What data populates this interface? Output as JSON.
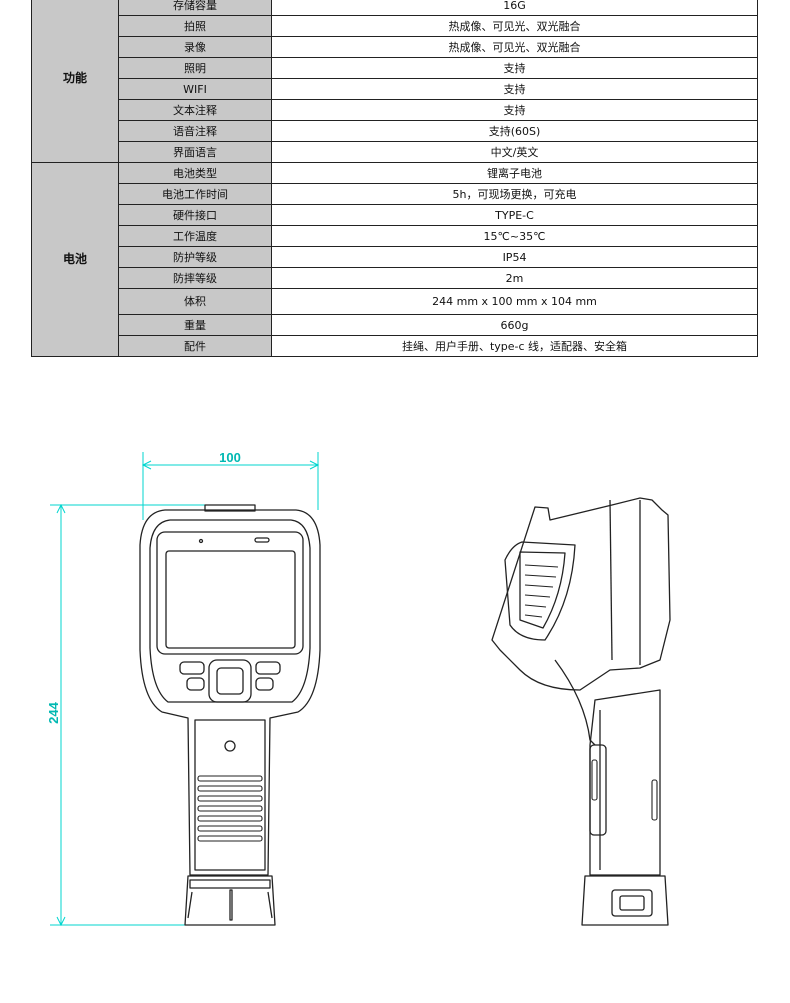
{
  "spec_table": {
    "groups": [
      {
        "name": "功能",
        "rows": [
          {
            "label": "存储容量",
            "value": "16G"
          },
          {
            "label": "拍照",
            "value": "热成像、可见光、双光融合"
          },
          {
            "label": "录像",
            "value": "热成像、可见光、双光融合"
          },
          {
            "label": "照明",
            "value": "支持"
          },
          {
            "label": "WIFI",
            "value": "支持"
          },
          {
            "label": "文本注释",
            "value": "支持"
          },
          {
            "label": "语音注释",
            "value": "支持(60S)"
          },
          {
            "label": "界面语言",
            "value": "中文/英文"
          }
        ]
      },
      {
        "name": "电池",
        "rows": [
          {
            "label": "电池类型",
            "value": "锂离子电池"
          },
          {
            "label": "电池工作时间",
            "value": "5h，可现场更换，可充电"
          },
          {
            "label": "硬件接口",
            "value": "TYPE-C"
          },
          {
            "label": "工作温度",
            "value": "15℃~35℃"
          },
          {
            "label": "防护等级",
            "value": "IP54"
          },
          {
            "label": "防摔等级",
            "value": "2m"
          },
          {
            "label": "体积",
            "value": "244 mm x 100 mm x 104 mm"
          },
          {
            "label": "重量",
            "value": "660g"
          },
          {
            "label": "配件",
            "value": "挂绳、用户手册、type-c 线，适配器、安全箱"
          }
        ]
      }
    ]
  },
  "drawing": {
    "width_dimension": "100",
    "height_dimension": "244",
    "dimension_color": "#00d6cf",
    "line_color": "#222222"
  }
}
